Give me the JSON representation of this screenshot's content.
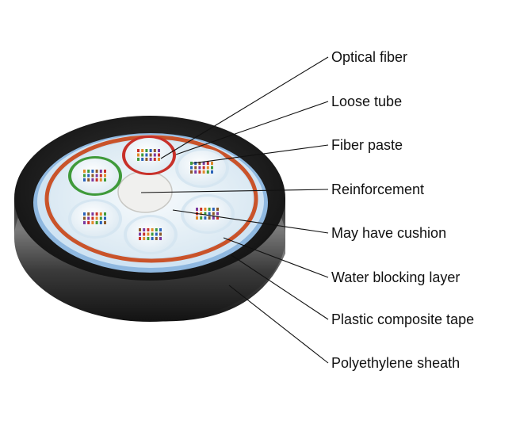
{
  "labels": [
    "Optical fiber",
    "Loose tube",
    "Fiber paste",
    "Reinforcement",
    "May have cushion",
    "Water blocking layer",
    "Plastic composite tape",
    "Polyethylene sheath"
  ],
  "colors": {
    "sheath": "#1c1c1c",
    "tape": "#8fb8e0",
    "water_blocking": "#cfe3f3",
    "cushion": "#c9532a",
    "loose_tube_red": "#c8312a",
    "loose_tube_green": "#3f9a3a",
    "fiber_paste": "#e8f1f7",
    "reinforcement": "#f0f0ee",
    "leader_line": "#111111"
  }
}
